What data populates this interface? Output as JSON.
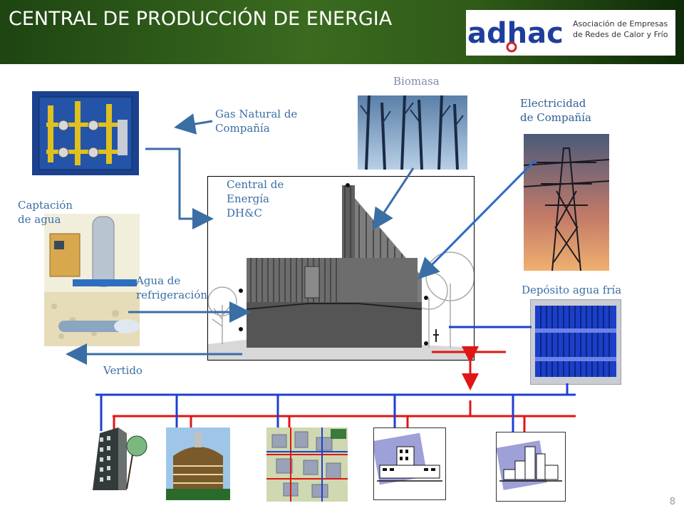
{
  "title": "CENTRAL DE PRODUCCIÓN DE ENERGIA",
  "logo": {
    "wordmark": "adhac",
    "text": "Asociación de Empresas de Redes de Calor y Frío"
  },
  "labels": {
    "gas": "Gas Natural de\nCompañía",
    "biomasa": "Biomasa",
    "electricidad": "Electricidad\nde Compañía",
    "central": "Central de\nEnergía\nDH&C",
    "captacion": "Captación\nde agua",
    "agua_refrigeracion": "Agua de\nrefrigeración",
    "deposito": "Depósito agua fría",
    "vertido": "Vertido"
  },
  "page_number": "8",
  "colors": {
    "arrow": "#3a6ea5",
    "cold_pipe": "#1f3fd1",
    "hot_pipe": "#e01515",
    "header_green": "#2f5a18"
  },
  "icons": [
    "gas-station-photo",
    "forest-photo",
    "power-tower-photo",
    "water-intake-illustration",
    "power-plant-drawing",
    "cold-water-tank-photo",
    "office-tower-icon",
    "round-building-icon",
    "city-map-icon",
    "factory-icon",
    "city-skyline-icon"
  ]
}
